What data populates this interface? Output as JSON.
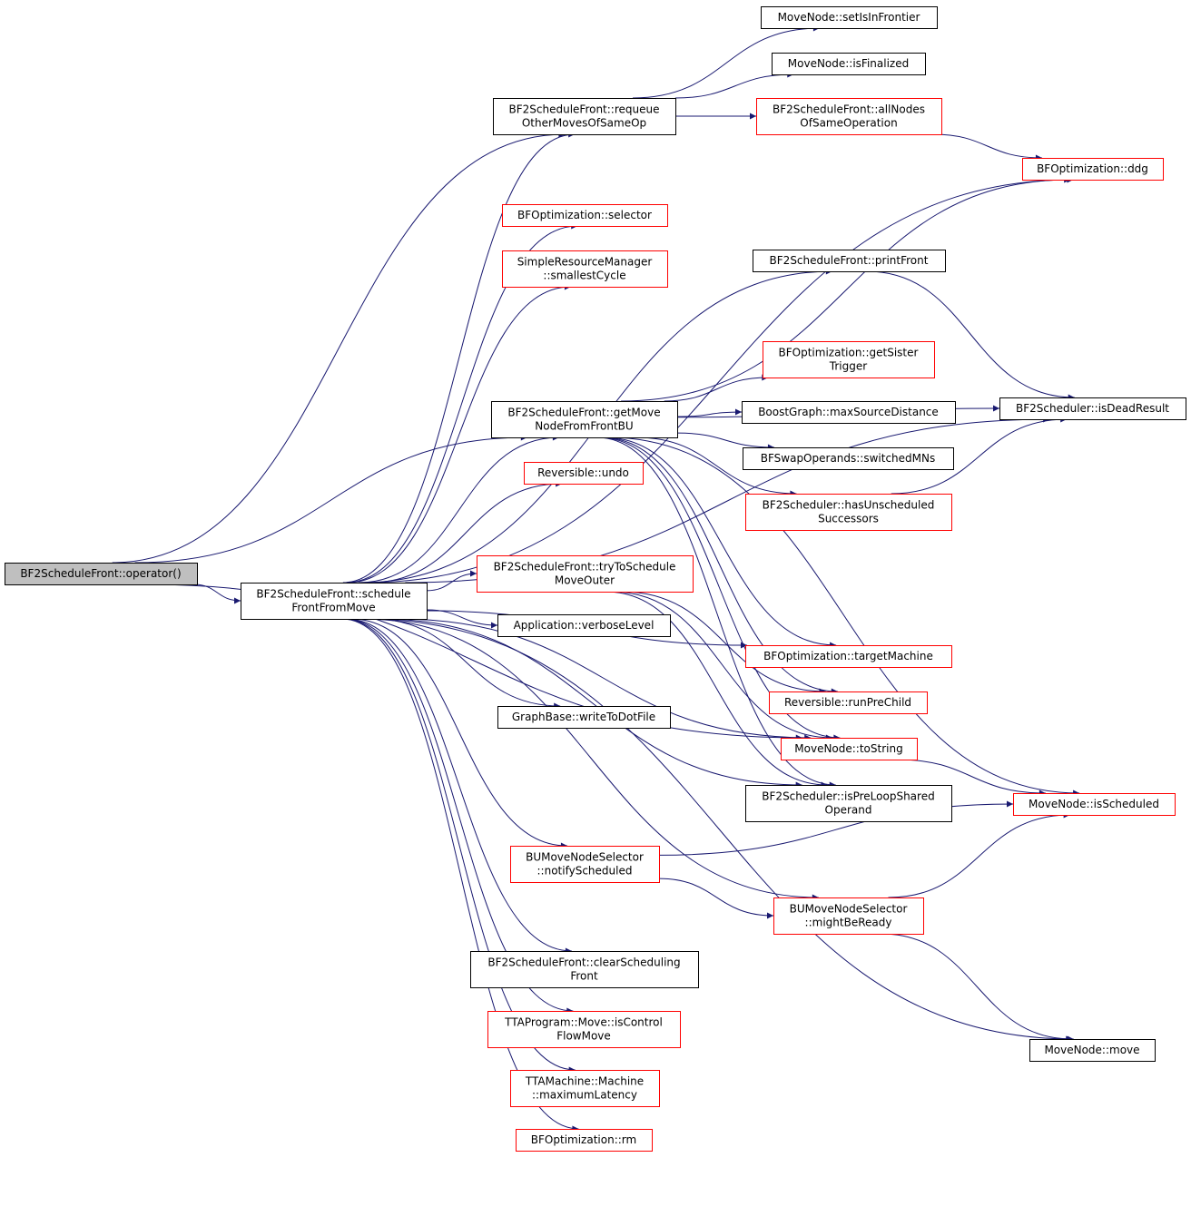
{
  "colors": {
    "edge": "#191970",
    "border_normal": "#000000",
    "border_truncated": "#ff0000",
    "fill_root": "#bfbfbf",
    "fill_default": "#ffffff"
  },
  "nodes": [
    {
      "id": "root",
      "lines": [
        "BF2ScheduleFront::operator()"
      ],
      "style": "root"
    },
    {
      "id": "sched",
      "lines": [
        "BF2ScheduleFront::schedule",
        "FrontFromMove"
      ],
      "style": "normal"
    },
    {
      "id": "requeue",
      "lines": [
        "BF2ScheduleFront::requeue",
        "OtherMovesOfSameOp"
      ],
      "style": "normal"
    },
    {
      "id": "setfront",
      "lines": [
        "MoveNode::setIsInFrontier"
      ],
      "style": "normal"
    },
    {
      "id": "isfinal",
      "lines": [
        "MoveNode::isFinalized"
      ],
      "style": "normal"
    },
    {
      "id": "allnodes",
      "lines": [
        "BF2ScheduleFront::allNodes",
        "OfSameOperation"
      ],
      "style": "truncated"
    },
    {
      "id": "ddg",
      "lines": [
        "BFOptimization::ddg"
      ],
      "style": "truncated"
    },
    {
      "id": "selector",
      "lines": [
        "BFOptimization::selector"
      ],
      "style": "truncated"
    },
    {
      "id": "smallest",
      "lines": [
        "SimpleResourceManager",
        "::smallestCycle"
      ],
      "style": "truncated"
    },
    {
      "id": "printfront",
      "lines": [
        "BF2ScheduleFront::printFront"
      ],
      "style": "normal"
    },
    {
      "id": "sister",
      "lines": [
        "BFOptimization::getSister",
        "Trigger"
      ],
      "style": "truncated"
    },
    {
      "id": "getmove",
      "lines": [
        "BF2ScheduleFront::getMove",
        "NodeFromFrontBU"
      ],
      "style": "normal"
    },
    {
      "id": "maxsrc",
      "lines": [
        "BoostGraph::maxSourceDistance"
      ],
      "style": "normal"
    },
    {
      "id": "isdead",
      "lines": [
        "BF2Scheduler::isDeadResult"
      ],
      "style": "normal"
    },
    {
      "id": "swap",
      "lines": [
        "BFSwapOperands::switchedMNs"
      ],
      "style": "normal"
    },
    {
      "id": "undo",
      "lines": [
        "Reversible::undo"
      ],
      "style": "truncated"
    },
    {
      "id": "hasunsched",
      "lines": [
        "BF2Scheduler::hasUnscheduled",
        "Successors"
      ],
      "style": "truncated"
    },
    {
      "id": "trysched",
      "lines": [
        "BF2ScheduleFront::tryToSchedule",
        "MoveOuter"
      ],
      "style": "truncated"
    },
    {
      "id": "verbose",
      "lines": [
        "Application::verboseLevel"
      ],
      "style": "normal"
    },
    {
      "id": "target",
      "lines": [
        "BFOptimization::targetMachine"
      ],
      "style": "truncated"
    },
    {
      "id": "runpre",
      "lines": [
        "Reversible::runPreChild"
      ],
      "style": "truncated"
    },
    {
      "id": "writedot",
      "lines": [
        "GraphBase::writeToDotFile"
      ],
      "style": "normal"
    },
    {
      "id": "tostring",
      "lines": [
        "MoveNode::toString"
      ],
      "style": "truncated"
    },
    {
      "id": "prelp",
      "lines": [
        "BF2Scheduler::isPreLoopShared",
        "Operand"
      ],
      "style": "normal"
    },
    {
      "id": "issched",
      "lines": [
        "MoveNode::isScheduled"
      ],
      "style": "truncated"
    },
    {
      "id": "notify",
      "lines": [
        "BUMoveNodeSelector",
        "::notifyScheduled"
      ],
      "style": "truncated"
    },
    {
      "id": "mightbe",
      "lines": [
        "BUMoveNodeSelector",
        "::mightBeReady"
      ],
      "style": "truncated"
    },
    {
      "id": "clear",
      "lines": [
        "BF2ScheduleFront::clearScheduling",
        "Front"
      ],
      "style": "normal"
    },
    {
      "id": "isctrl",
      "lines": [
        "TTAProgram::Move::isControl",
        "FlowMove"
      ],
      "style": "truncated"
    },
    {
      "id": "maxlat",
      "lines": [
        "TTAMachine::Machine",
        "::maximumLatency"
      ],
      "style": "truncated"
    },
    {
      "id": "rm",
      "lines": [
        "BFOptimization::rm"
      ],
      "style": "truncated"
    },
    {
      "id": "move",
      "lines": [
        "MoveNode::move"
      ],
      "style": "normal"
    }
  ],
  "edges": [
    [
      "root",
      "sched"
    ],
    [
      "root",
      "requeue"
    ],
    [
      "root",
      "getmove"
    ],
    [
      "root",
      "tostring"
    ],
    [
      "requeue",
      "setfront"
    ],
    [
      "requeue",
      "isfinal"
    ],
    [
      "requeue",
      "allnodes"
    ],
    [
      "allnodes",
      "ddg"
    ],
    [
      "sched",
      "requeue"
    ],
    [
      "sched",
      "ddg"
    ],
    [
      "sched",
      "selector"
    ],
    [
      "sched",
      "smallest"
    ],
    [
      "sched",
      "printfront"
    ],
    [
      "sched",
      "isdead"
    ],
    [
      "sched",
      "getmove"
    ],
    [
      "sched",
      "undo"
    ],
    [
      "sched",
      "trysched"
    ],
    [
      "sched",
      "verbose"
    ],
    [
      "sched",
      "target"
    ],
    [
      "sched",
      "writedot"
    ],
    [
      "sched",
      "tostring"
    ],
    [
      "sched",
      "prelp"
    ],
    [
      "sched",
      "notify"
    ],
    [
      "sched",
      "mightbe"
    ],
    [
      "sched",
      "clear"
    ],
    [
      "sched",
      "isctrl"
    ],
    [
      "sched",
      "maxlat"
    ],
    [
      "sched",
      "rm"
    ],
    [
      "sched",
      "move"
    ],
    [
      "printfront",
      "isdead"
    ],
    [
      "getmove",
      "ddg"
    ],
    [
      "getmove",
      "sister"
    ],
    [
      "getmove",
      "maxsrc"
    ],
    [
      "getmove",
      "swap"
    ],
    [
      "getmove",
      "hasunsched"
    ],
    [
      "getmove",
      "isdead"
    ],
    [
      "getmove",
      "issched"
    ],
    [
      "getmove",
      "target"
    ],
    [
      "getmove",
      "runpre"
    ],
    [
      "getmove",
      "tostring"
    ],
    [
      "getmove",
      "prelp"
    ],
    [
      "hasunsched",
      "isdead"
    ],
    [
      "trysched",
      "runpre"
    ],
    [
      "trysched",
      "tostring"
    ],
    [
      "trysched",
      "prelp"
    ],
    [
      "tostring",
      "issched"
    ],
    [
      "notify",
      "issched"
    ],
    [
      "notify",
      "mightbe"
    ],
    [
      "mightbe",
      "issched"
    ],
    [
      "mightbe",
      "move"
    ]
  ]
}
